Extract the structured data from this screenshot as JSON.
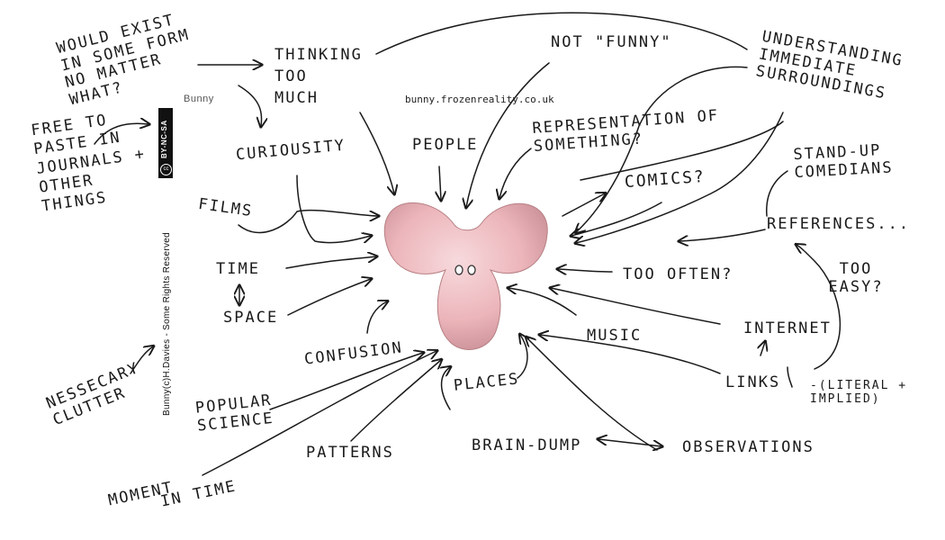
{
  "watermark": {
    "author": "Bunny",
    "url": "bunny.frozenreality.co.uk",
    "copyright": "Bunny(c)H.Davies - Some Rights Reserved",
    "license": "BY-NC-SA"
  },
  "center_icon": "bunny-head-icon",
  "colors": {
    "ink": "#1a1a1a",
    "bunny_pink": "#ecb6bb",
    "bunny_shadow": "#c98f96"
  },
  "labels": {
    "would_exist": "WOULD EXIST IN SOME FORM NO MATTER WHAT?",
    "thinking": "THINKING TOO MUCH",
    "not_funny": "NOT \"FUNNY\"",
    "understanding": "UNDERSTANDING IMMEDIATE SURROUNDINGS",
    "free_to_paste": "FREE TO PASTE IN JOURNALS + OTHER THINGS",
    "representation": "REPRESENTATION OF SOMETHING?",
    "people": "PEOPLE",
    "curiosity": "CURIOUSITY",
    "standup": "STAND-UP COMEDIANS",
    "comics": "COMICS?",
    "films": "FILMS",
    "references": "REFERENCES...",
    "time": "TIME",
    "space": "SPACE",
    "too_often": "TOO OFTEN?",
    "too_easy": "TOO EASY?",
    "internet": "INTERNET",
    "music": "MUSIC",
    "confusion": "CONFUSION",
    "nessecary": "NESSECARY CLUTTER",
    "links": "LINKS",
    "literal": "-(LITERAL + IMPLIED)",
    "popular": "POPULAR SCIENCE",
    "places": "PLACES",
    "patterns": "PATTERNS",
    "brain_dump": "BRAIN-DUMP",
    "observations": "OBSERVATIONS",
    "moment": "MOMENT",
    "in_time": "IN TIME"
  }
}
